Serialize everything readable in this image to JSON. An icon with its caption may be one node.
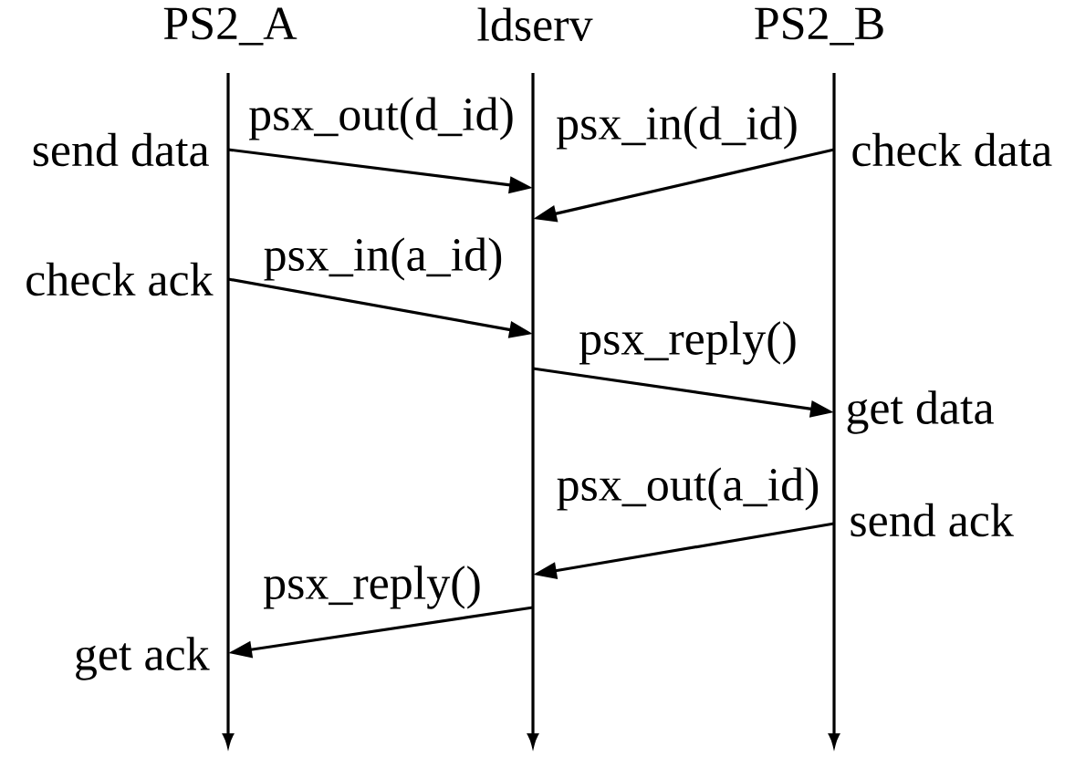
{
  "diagram": {
    "nodes": [
      {
        "text": [
          "PS2_A"
        ],
        "beside": [
          "send data",
          "check ack",
          "get ack"
        ]
      },
      {
        "text": [
          "ldserv"
        ]
      },
      {
        "text": [
          "PS2_B"
        ],
        "beside": [
          "check data",
          "get data",
          "send ack"
        ]
      }
    ],
    "edges": [
      {
        "from": 0,
        "to": 1,
        "arrow": "to",
        "label": "psx_out(d_id)"
      },
      {
        "from": 2,
        "to": 1,
        "arrow": "to",
        "label": "psx_in(d_id)"
      },
      {
        "from": 0,
        "to": 1,
        "arrow": "to",
        "label": "psx_in(a_id)"
      },
      {
        "from": 1,
        "to": 2,
        "arrow": "to",
        "label": "psx_reply()"
      },
      {
        "from": 2,
        "to": 1,
        "arrow": "to",
        "label": "psx_out(a_id)"
      },
      {
        "from": 1,
        "to": 0,
        "arrow": "to",
        "label": "psx_reply()"
      }
    ]
  }
}
